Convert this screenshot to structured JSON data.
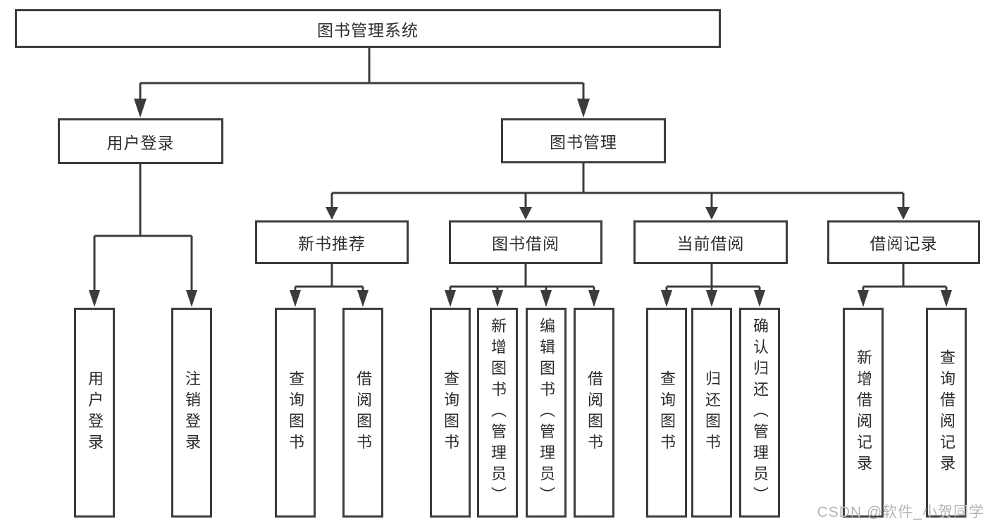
{
  "tree": {
    "root": {
      "label": "图书管理系统"
    },
    "branches": [
      {
        "label": "用户登录",
        "children": [
          {
            "label": "用户登录"
          },
          {
            "label": "注销登录"
          }
        ]
      },
      {
        "label": "图书管理",
        "children": [
          {
            "label": "新书推荐",
            "children": [
              {
                "label": "查询图书"
              },
              {
                "label": "借阅图书"
              }
            ]
          },
          {
            "label": "图书借阅",
            "children": [
              {
                "label": "查询图书"
              },
              {
                "label": "新增图书（管理员）"
              },
              {
                "label": "编辑图书（管理员）"
              },
              {
                "label": "借阅图书"
              }
            ]
          },
          {
            "label": "当前借阅",
            "children": [
              {
                "label": "查询图书"
              },
              {
                "label": "归还图书"
              },
              {
                "label": "确认归还（管理员）"
              }
            ]
          },
          {
            "label": "借阅记录",
            "children": [
              {
                "label": "新增借阅记录"
              },
              {
                "label": "查询借阅记录"
              }
            ]
          }
        ]
      }
    ]
  },
  "watermark": {
    "text": "CSDN @软件_小贺同学"
  },
  "colors": {
    "line": "#3c3c3c",
    "text": "#2d2d2d",
    "watermark": "#b4b4b4",
    "background": "#ffffff"
  }
}
